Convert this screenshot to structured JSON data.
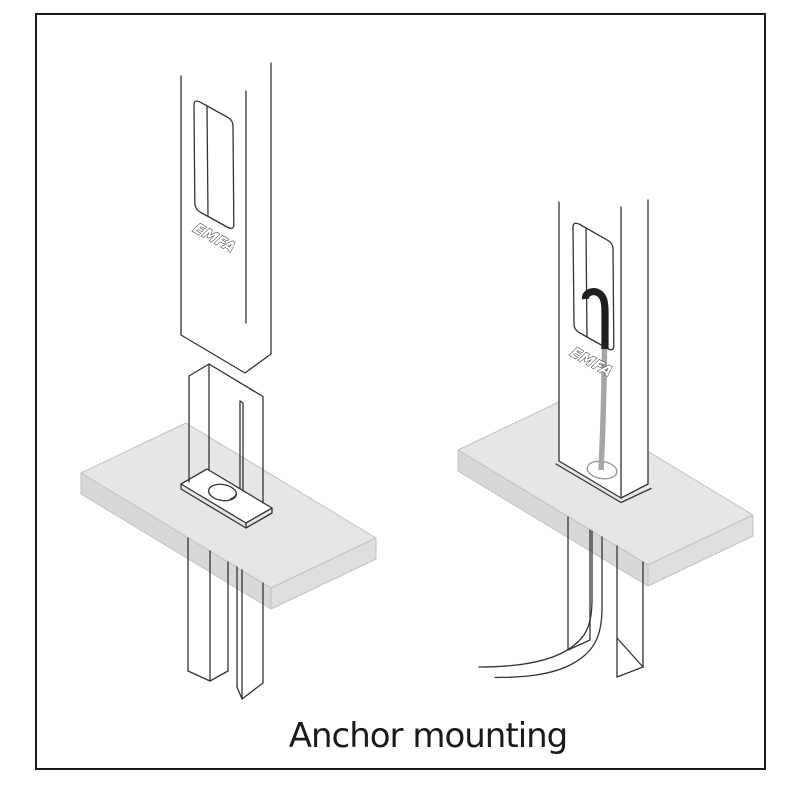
{
  "title": {
    "text": "Anchor mounting"
  },
  "branding": {
    "logo_text": "EMFA"
  },
  "colors": {
    "line": "#333336",
    "slab_top": "#e6e6e8",
    "slab_side_left": "#d8d8da",
    "slab_side_right": "#dfdfe1",
    "slab_edge": "#c2c2c6",
    "cable_gray": "#a5a5a8",
    "cable_black": "#1f1f1f",
    "hole_line": "#9b9b9e",
    "ink": "#1a1a1a",
    "frame": "#1b1b1b"
  },
  "illustrations": {
    "left_id": "exploded-view",
    "right_id": "assembled-view"
  }
}
